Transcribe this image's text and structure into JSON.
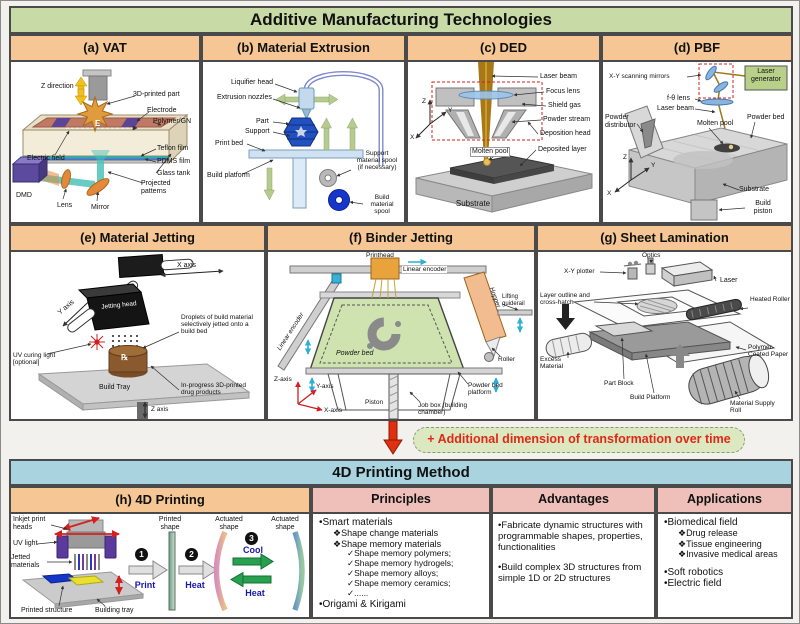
{
  "header": {
    "title": "Additive Manufacturing Technologies"
  },
  "section_4d": {
    "title": "4D Printing Method"
  },
  "transition": {
    "text": "+ Additional dimension of transformation over time"
  },
  "colors": {
    "am_header_bg": "#c8dba6",
    "panel_header_bg": "#f6c795",
    "4d_header_bg": "#a9d4df",
    "column_header_bg": "#efbfb9",
    "transition_text": "#e02818"
  },
  "panels": {
    "a": {
      "title": "(a) VAT",
      "labels": {
        "z_direction": "Z direction",
        "printed_part": "3D-printed part",
        "electrode": "Electrode",
        "polymer_gn": "Polymer/GN",
        "teflon_film": "Teflon film",
        "pdms_film": "PDMS film",
        "glass_tank": "Glass tank",
        "electric_field": "Electric field",
        "e_symbol": "E",
        "projected_patterns": "Projected patterns",
        "dmd": "DMD",
        "lens": "Lens",
        "mirror": "Mirror"
      }
    },
    "b": {
      "title": "(b) Material Extrusion",
      "labels": {
        "liquifier_head": "Liquifier head",
        "extrusion_nozzles": "Extrusion nozzles",
        "part": "Part",
        "support": "Support",
        "print_bed": "Print bed",
        "build_platform": "Build platform",
        "support_spool": "Support material spool (if necessary)",
        "build_spool": "Build material spool"
      }
    },
    "c": {
      "title": "(c) DED",
      "labels": {
        "laser_beam": "Laser beam",
        "focus_lens": "Focus lens",
        "shield_gas": "Shield gas",
        "powder_stream": "Powder stream",
        "deposition_head": "Deposition head",
        "molten_pool": "Molten pool",
        "deposited_layer": "Deposited layer",
        "substrate": "Substrate",
        "z": "Z",
        "y": "Y",
        "x": "X"
      }
    },
    "d": {
      "title": "(d) PBF",
      "labels": {
        "scanning_mirrors": "X-Y scanning mirrors",
        "laser_generator": "Laser generator",
        "f_theta_lens": "f-θ lens",
        "laser_beam": "Laser beam",
        "powder_distributor": "Powder distributor",
        "powder_bed": "Powder bed",
        "molten_pool": "Molten pool",
        "substrate": "Substrate",
        "build_piston": "Build piston",
        "z": "Z",
        "y": "Y",
        "x": "X"
      }
    },
    "e": {
      "title": "(e) Material Jetting",
      "labels": {
        "x_axis": "X axis",
        "y_axis": "Y axis",
        "jetting_head": "Jetting head",
        "uv_light": "UV curing light [optional]",
        "droplets": "Droplets of build material selectively jetted onto a build bed",
        "build_tray": "Build Tray",
        "rx": "℞",
        "drug_products": "In-progress 3D-printed drug products",
        "z_axis": "Z axis"
      }
    },
    "f": {
      "title": "(f) Binder Jetting",
      "labels": {
        "printhead": "Printhead",
        "linear_encoder_top": "Linear encoder",
        "linear_encoder_left": "Linear encoder",
        "hopper": "Hopper",
        "lifting_guiderail": "Lifting guiderail",
        "roller": "Roller",
        "powder_bed": "Powder bed",
        "powder_bed_platform": "Powder bed platform",
        "piston": "Piston",
        "job_box": "Job box (building chamber)",
        "z_axis": "Z-axis",
        "y_axis": "Y-axis",
        "x_axis": "X-axis"
      }
    },
    "g": {
      "title": "(g) Sheet Lamination",
      "labels": {
        "optics": "Optics",
        "xy_plotter": "X-Y plotter",
        "laser": "Laser",
        "layer_outline": "Layer outline and cross-hatch",
        "heated_roller": "Heated Roller",
        "excess_material": "Excess Material",
        "polymer_paper": "Polymer-Coated Paper",
        "part_block": "Part Block",
        "build_platform": "Build Platform",
        "supply_roll": "Material Supply Roll"
      }
    },
    "h": {
      "title": "(h) 4D Printing",
      "labels": {
        "inkjet_heads": "Inkjet print heads",
        "uv_light": "UV light",
        "jetted_materials": "Jetted materials",
        "printed_structure": "Printed structure",
        "building_tray": "Building tray",
        "printed_shape": "Printed shape",
        "actuated_shape_1": "Actuated shape",
        "actuated_shape_2": "Actuated shape",
        "step1": "1",
        "step2": "2",
        "step3": "3",
        "print": "Print",
        "heat": "Heat",
        "cool": "Cool",
        "heat2": "Heat"
      }
    }
  },
  "columns": {
    "principles": {
      "title": "Principles",
      "items": [
        "•Smart materials",
        "❖Shape change materials",
        "❖Shape memory materials",
        "✓Shape memory polymers;",
        "✓Shape memory hydrogels;",
        "✓Shape memory alloys;",
        "✓Shape memory ceramics;",
        "✓......",
        "•Origami & Kirigami"
      ]
    },
    "advantages": {
      "title": "Advantages",
      "items": [
        "•Fabricate dynamic structures with programmable shapes, properties, functionalities",
        "•Build complex 3D structures from simple 1D or 2D structures"
      ]
    },
    "applications": {
      "title": "Applications",
      "items": [
        "•Biomedical field",
        "❖Drug release",
        "❖Tissue engineering",
        "❖Invasive medical areas",
        "•Soft robotics",
        "•Electric field"
      ]
    }
  }
}
